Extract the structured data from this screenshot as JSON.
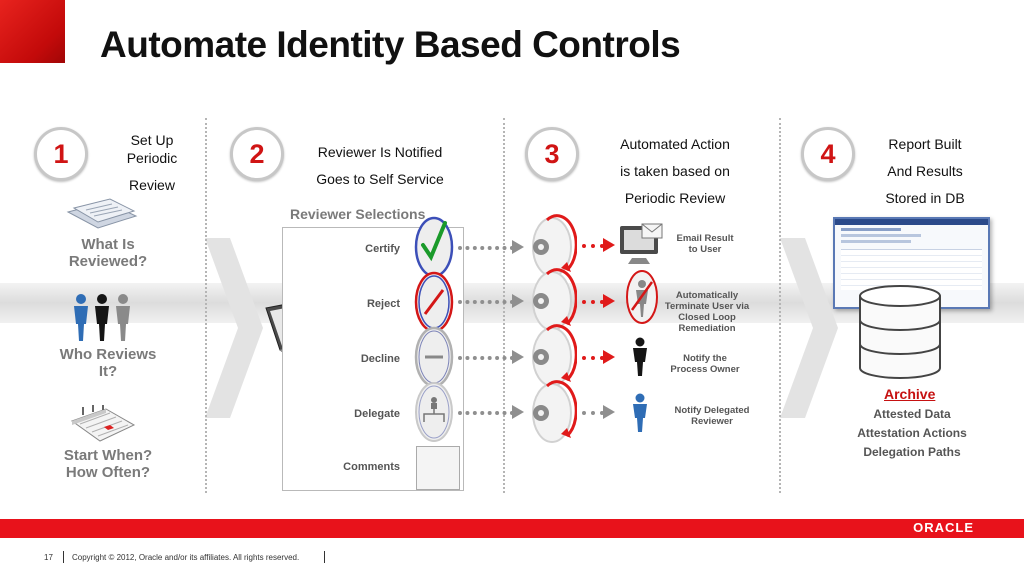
{
  "slide": {
    "title": "Automate Identity Based Controls"
  },
  "steps": [
    {
      "number": "1",
      "heading_lines": [
        "Set Up",
        "Periodic",
        "Review"
      ]
    },
    {
      "number": "2",
      "heading_lines": [
        "Reviewer Is Notified",
        "Goes to Self Service"
      ]
    },
    {
      "number": "3",
      "heading_lines": [
        "Automated Action",
        "is taken based on",
        "Periodic Review"
      ]
    },
    {
      "number": "4",
      "heading_lines": [
        "Report Built",
        "And Results",
        "Stored in DB"
      ]
    }
  ],
  "setup_items": [
    {
      "label_lines": [
        "What Is",
        "Reviewed?"
      ]
    },
    {
      "label_lines": [
        "Who Reviews",
        "It?"
      ]
    },
    {
      "label_lines": [
        "Start When?",
        "How Often?"
      ]
    }
  ],
  "reviewer": {
    "panel_title": "Reviewer Selections",
    "options": [
      "Certify",
      "Reject",
      "Decline",
      "Delegate",
      "Comments"
    ]
  },
  "actions": [
    {
      "lines": [
        "Email Result",
        "to User"
      ]
    },
    {
      "lines": [
        "Automatically",
        "Terminate User via",
        "Closed Loop",
        "Remediation"
      ]
    },
    {
      "lines": [
        "Notify the",
        "Process Owner"
      ]
    },
    {
      "lines": [
        "Notify Delegated",
        "Reviewer"
      ]
    }
  ],
  "archive": {
    "title": "Archive",
    "items": [
      "Attested Data",
      "Attestation Actions",
      "Delegation Paths"
    ]
  },
  "footer": {
    "page": "17",
    "copyright": "Copyright © 2012, Oracle and/or its affiliates. All rights reserved.",
    "brand": "ORACLE"
  },
  "colors": {
    "accent_red": "#e8121b",
    "check_green": "#1a9a2a",
    "label_gray": "#7a7a7a"
  }
}
